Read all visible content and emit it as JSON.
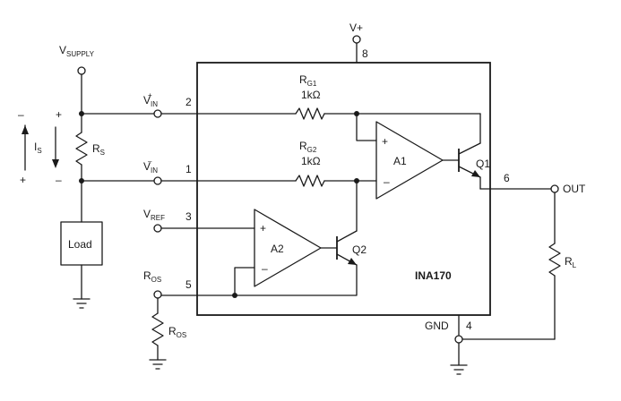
{
  "chip": {
    "name": "INA170"
  },
  "supply_top": {
    "label": "V",
    "sub": "SUPPLY"
  },
  "vplus": {
    "label": "V+",
    "pin": "8"
  },
  "vin_plus": {
    "label": "V",
    "sup": "+",
    "sub": "IN",
    "pin": "2"
  },
  "vin_minus": {
    "label": "V",
    "sup": "–",
    "sub": "IN",
    "pin": "1"
  },
  "vref": {
    "label": "V",
    "sub": "REF",
    "pin": "3"
  },
  "ros_pin": {
    "label": "R",
    "sub": "OS",
    "pin": "5"
  },
  "out": {
    "label": "OUT",
    "pin": "6"
  },
  "gnd": {
    "label": "GND",
    "pin": "4"
  },
  "rg1": {
    "label": "R",
    "sub": "G1",
    "value": "1kΩ"
  },
  "rg2": {
    "label": "R",
    "sub": "G2",
    "value": "1kΩ"
  },
  "rs": {
    "label": "R",
    "sub": "S"
  },
  "rl": {
    "label": "R",
    "sub": "L"
  },
  "ros_res": {
    "label": "R",
    "sub": "OS"
  },
  "is_label": {
    "label": "I",
    "sub": "S"
  },
  "load": {
    "label": "Load"
  },
  "a1": {
    "label": "A1",
    "plus": "+",
    "minus": "–"
  },
  "a2": {
    "label": "A2",
    "plus": "+",
    "minus": "–"
  },
  "q1": {
    "label": "Q1"
  },
  "q2": {
    "label": "Q2"
  },
  "polarity": {
    "plus": "+",
    "minus": "–"
  }
}
